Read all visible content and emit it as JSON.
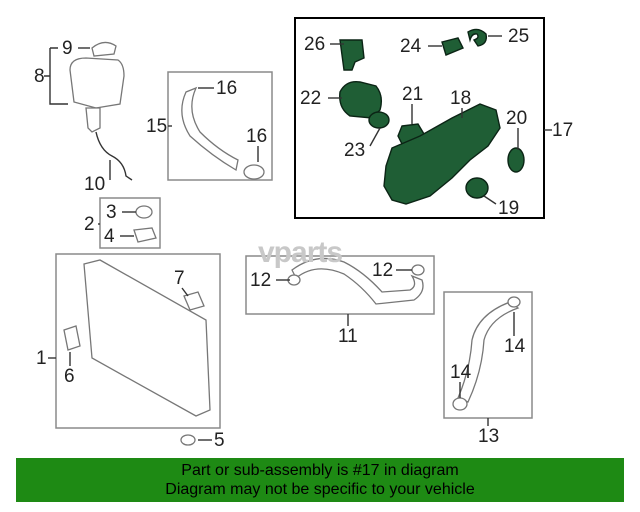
{
  "callouts": {
    "n1": "1",
    "n2": "2",
    "n3": "3",
    "n4": "4",
    "n5": "5",
    "n6": "6",
    "n7": "7",
    "n8": "8",
    "n9": "9",
    "n10": "10",
    "n11": "11",
    "n12a": "12",
    "n12b": "12",
    "n13": "13",
    "n14a": "14",
    "n14b": "14",
    "n15": "15",
    "n16a": "16",
    "n16b": "16",
    "n17": "17",
    "n18": "18",
    "n19": "19",
    "n20": "20",
    "n21": "21",
    "n22": "22",
    "n23": "23",
    "n24": "24",
    "n25": "25",
    "n26": "26"
  },
  "watermark": "vparts",
  "footer": {
    "line1": "Part or sub-assembly is #17 in diagram",
    "line2": "Diagram may not be specific to your vehicle"
  },
  "colors": {
    "highlight_part": "#1f5e35",
    "banner": "#1e8a14"
  }
}
